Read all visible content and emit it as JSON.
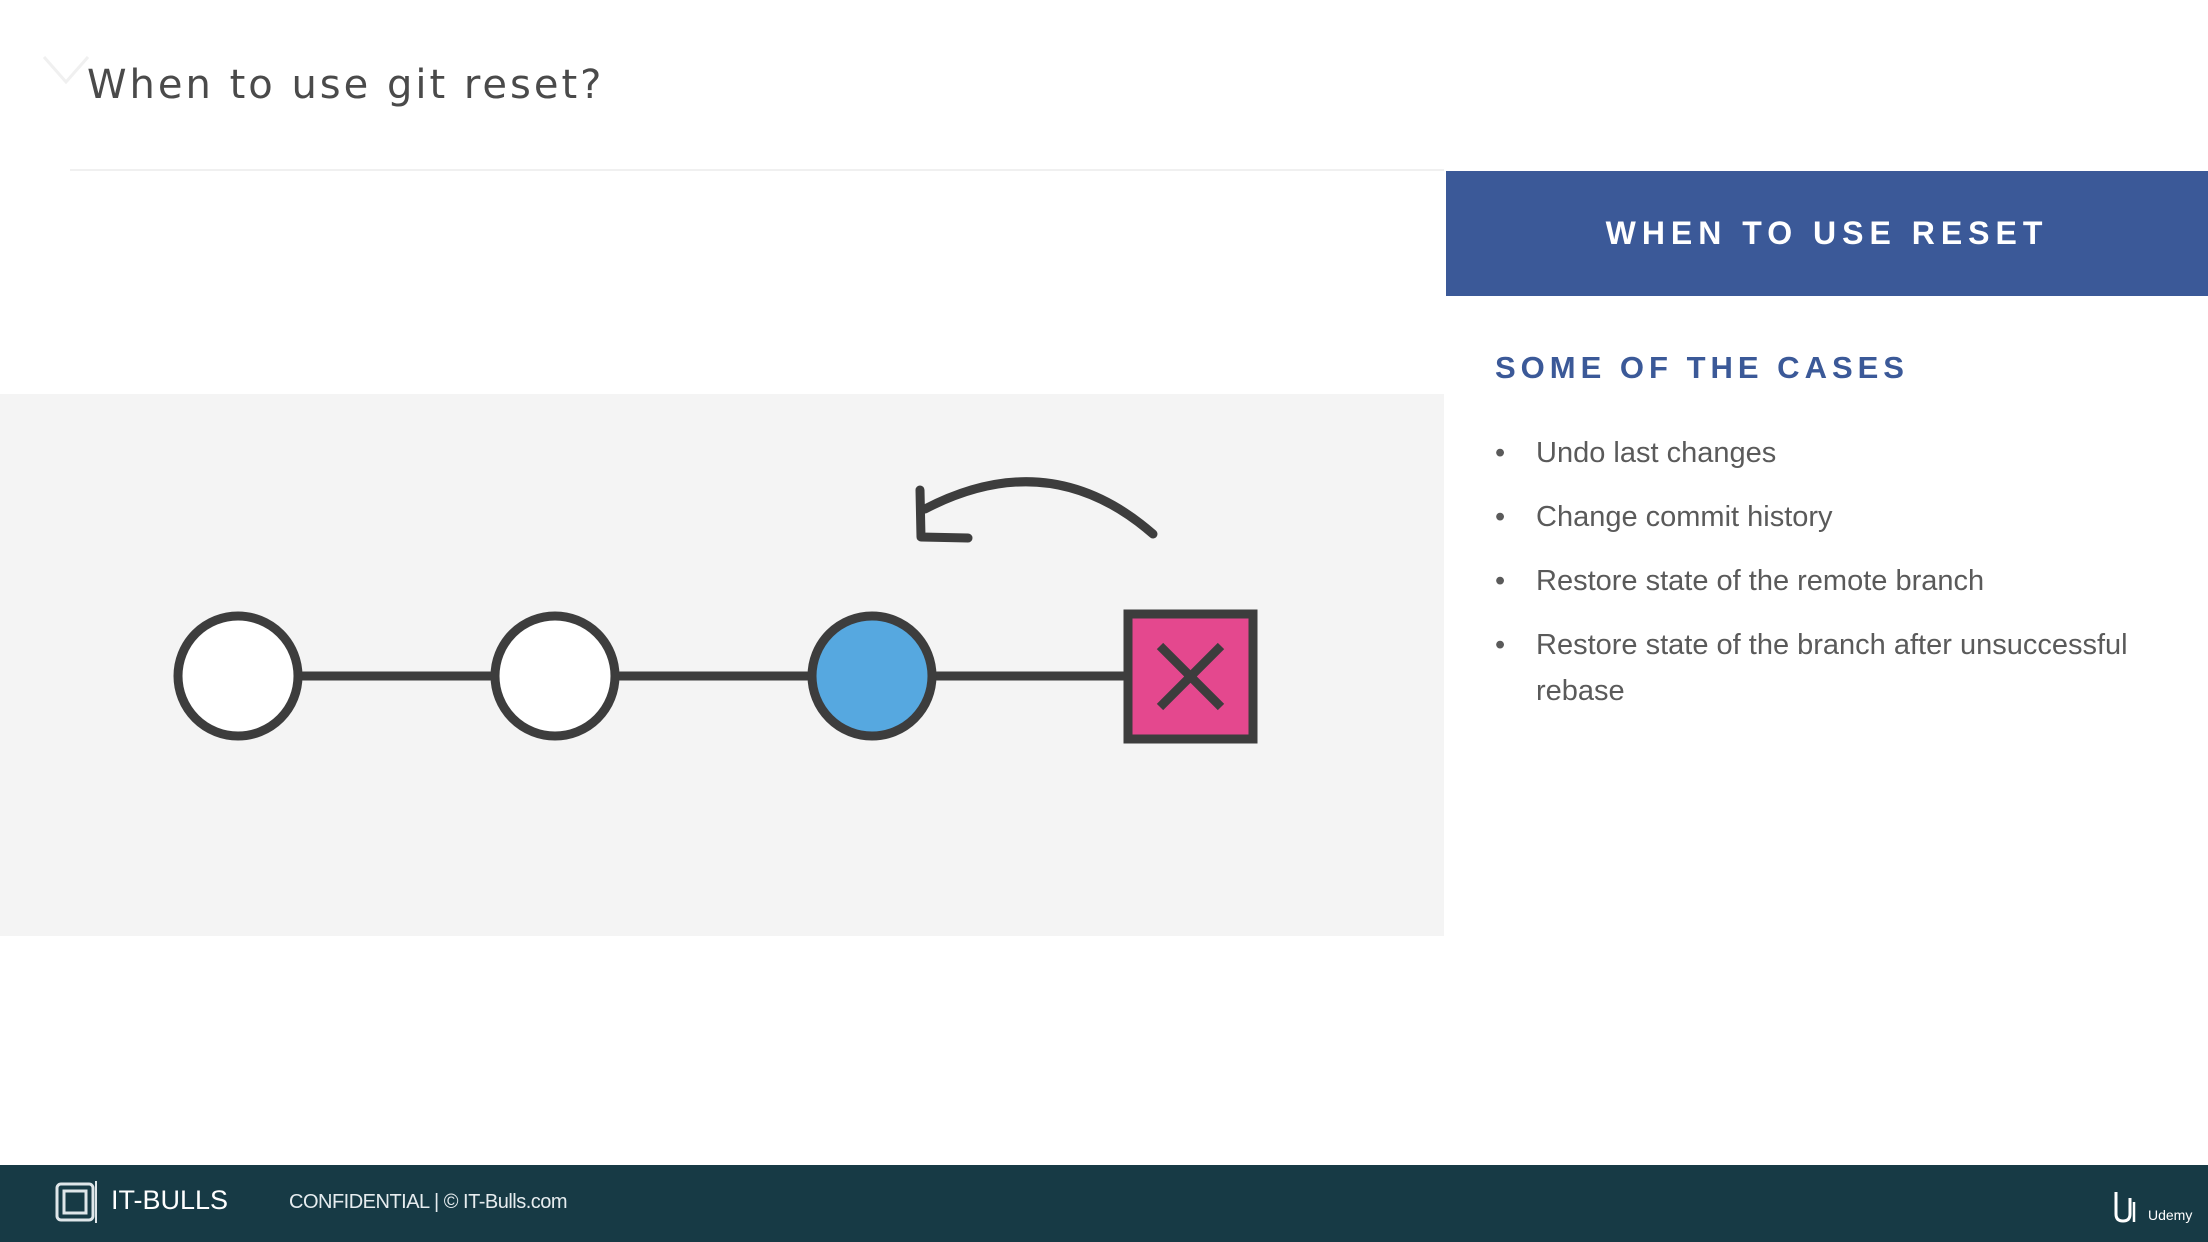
{
  "slide": {
    "title": "When to use git reset?"
  },
  "panel": {
    "header": "WHEN TO USE RESET",
    "subheading": "SOME OF THE CASES",
    "cases": [
      "Undo last changes",
      "Change commit history",
      "Restore state of the remote branch",
      "Restore state of the branch after unsuccessful rebase"
    ],
    "bullet_glyph": "•"
  },
  "diagram": {
    "commits": [
      {
        "kind": "commit",
        "state": "empty",
        "fill": "#ffffff"
      },
      {
        "kind": "commit",
        "state": "empty",
        "fill": "#ffffff"
      },
      {
        "kind": "commit",
        "state": "reset-target",
        "fill": "#56a8e0"
      },
      {
        "kind": "commit",
        "state": "discarded",
        "fill": "#e4488e",
        "icon": "x-mark-icon"
      }
    ],
    "arrow_icon": "curved-back-arrow-icon",
    "stroke_color": "#3d3d3d"
  },
  "footer": {
    "brand": "IT-BULLS",
    "confidential": "CONFIDENTIAL  |  © IT-Bulls.com",
    "platform": "Udemy"
  },
  "colors": {
    "accent": "#3b5998",
    "footer_bg": "#173a45",
    "band_bg": "#f4f4f4"
  }
}
